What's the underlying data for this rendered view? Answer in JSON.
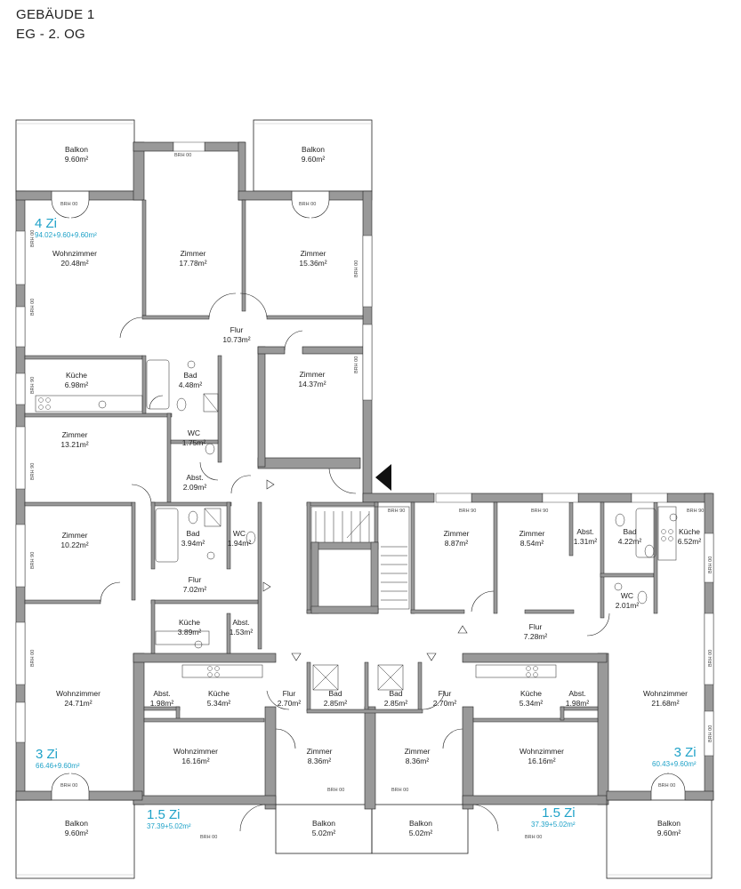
{
  "header": {
    "line1": "GEBÄUDE 1",
    "line2": "EG - 2. OG"
  },
  "brh": {
    "b00": "BRH 00",
    "b90": "BRH 90"
  },
  "rooms": {
    "balkon_tl": {
      "name": "Balkon",
      "area": "9.60m²"
    },
    "balkon_tm": {
      "name": "Balkon",
      "area": "9.60m²"
    },
    "wohn_tl": {
      "name": "Wohnzimmer",
      "area": "20.48m²"
    },
    "zimmer_1778": {
      "name": "Zimmer",
      "area": "17.78m²"
    },
    "zimmer_1536": {
      "name": "Zimmer",
      "area": "15.36m²"
    },
    "flur_1073": {
      "name": "Flur",
      "area": "10.73m²"
    },
    "kueche_698": {
      "name": "Küche",
      "area": "6.98m²"
    },
    "bad_448": {
      "name": "Bad",
      "area": "4.48m²"
    },
    "zimmer_1437": {
      "name": "Zimmer",
      "area": "14.37m²"
    },
    "zimmer_1321": {
      "name": "Zimmer",
      "area": "13.21m²"
    },
    "wc_175": {
      "name": "WC",
      "area": "1.75m²"
    },
    "abst_209": {
      "name": "Abst.",
      "area": "2.09m²"
    },
    "zimmer_1022": {
      "name": "Zimmer",
      "area": "10.22m²"
    },
    "bad_394": {
      "name": "Bad",
      "area": "3.94m²"
    },
    "wc_194": {
      "name": "WC",
      "area": "1.94m²"
    },
    "flur_702": {
      "name": "Flur",
      "area": "7.02m²"
    },
    "kueche_389": {
      "name": "Küche",
      "area": "3.89m²"
    },
    "abst_153": {
      "name": "Abst.",
      "area": "1.53m²"
    },
    "zimmer_887": {
      "name": "Zimmer",
      "area": "8.87m²"
    },
    "zimmer_854": {
      "name": "Zimmer",
      "area": "8.54m²"
    },
    "abst_131": {
      "name": "Abst.",
      "area": "1.31m²"
    },
    "bad_422": {
      "name": "Bad",
      "area": "4.22m²"
    },
    "kueche_652": {
      "name": "Küche",
      "area": "6.52m²"
    },
    "wc_201": {
      "name": "WC",
      "area": "2.01m²"
    },
    "flur_728": {
      "name": "Flur",
      "area": "7.28m²"
    },
    "wohn_2471": {
      "name": "Wohnzimmer",
      "area": "24.71m²"
    },
    "abst_198_l": {
      "name": "Abst.",
      "area": "1.98m²"
    },
    "kueche_534_l": {
      "name": "Küche",
      "area": "5.34m²"
    },
    "flur_270_l": {
      "name": "Flur",
      "area": "2.70m²"
    },
    "bad_285_l": {
      "name": "Bad",
      "area": "2.85m²"
    },
    "bad_285_r": {
      "name": "Bad",
      "area": "2.85m²"
    },
    "flur_270_r": {
      "name": "Flur",
      "area": "2.70m²"
    },
    "kueche_534_r": {
      "name": "Küche",
      "area": "5.34m²"
    },
    "abst_198_r": {
      "name": "Abst.",
      "area": "1.98m²"
    },
    "wohn_2168": {
      "name": "Wohnzimmer",
      "area": "21.68m²"
    },
    "wohn_1616_l": {
      "name": "Wohnzimmer",
      "area": "16.16m²"
    },
    "zimmer_836_l": {
      "name": "Zimmer",
      "area": "8.36m²"
    },
    "zimmer_836_r": {
      "name": "Zimmer",
      "area": "8.36m²"
    },
    "wohn_1616_r": {
      "name": "Wohnzimmer",
      "area": "16.16m²"
    },
    "balkon_bl": {
      "name": "Balkon",
      "area": "9.60m²"
    },
    "balkon_b2": {
      "name": "Balkon",
      "area": "5.02m²"
    },
    "balkon_b3": {
      "name": "Balkon",
      "area": "5.02m²"
    },
    "balkon_br": {
      "name": "Balkon",
      "area": "9.60m²"
    }
  },
  "apartments": {
    "a4": {
      "type": "4 Zi",
      "area": "94.02+9.60+9.60m²"
    },
    "a3l": {
      "type": "3 Zi",
      "area": "66.46+9.60m²"
    },
    "a3r": {
      "type": "3 Zi",
      "area": "60.43+9.60m²"
    },
    "a15l": {
      "type": "1.5 Zi",
      "area": "37.39+5.02m²"
    },
    "a15r": {
      "type": "1.5 Zi",
      "area": "37.39+5.02m²"
    }
  },
  "colors": {
    "wall": "#999999",
    "accent": "#1fa2c8",
    "line": "#222222"
  }
}
